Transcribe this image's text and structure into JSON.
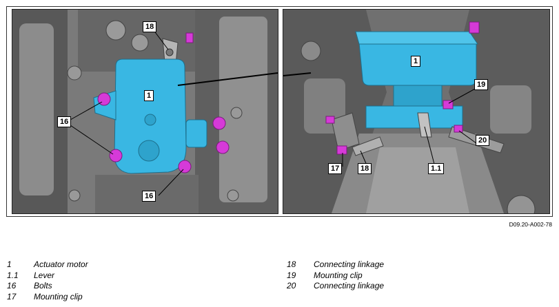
{
  "callouts_left": [
    "18",
    "1",
    "16",
    "16"
  ],
  "callouts_right": [
    "1",
    "19",
    "20",
    "17",
    "18",
    "1.1"
  ],
  "figure_id": "D09.20-A002-78",
  "legend_left": [
    {
      "num": "1",
      "text": "Actuator motor"
    },
    {
      "num": "1.1",
      "text": "Lever"
    },
    {
      "num": "16",
      "text": "Bolts"
    },
    {
      "num": "17",
      "text": "Mounting clip"
    }
  ],
  "legend_right": [
    {
      "num": "18",
      "text": "Connecting linkage"
    },
    {
      "num": "19",
      "text": "Mounting clip"
    },
    {
      "num": "20",
      "text": "Connecting linkage"
    }
  ],
  "colors": {
    "actuator": "#39b7e3",
    "fastener": "#d63ad8",
    "engine": "#6f6f6f"
  }
}
